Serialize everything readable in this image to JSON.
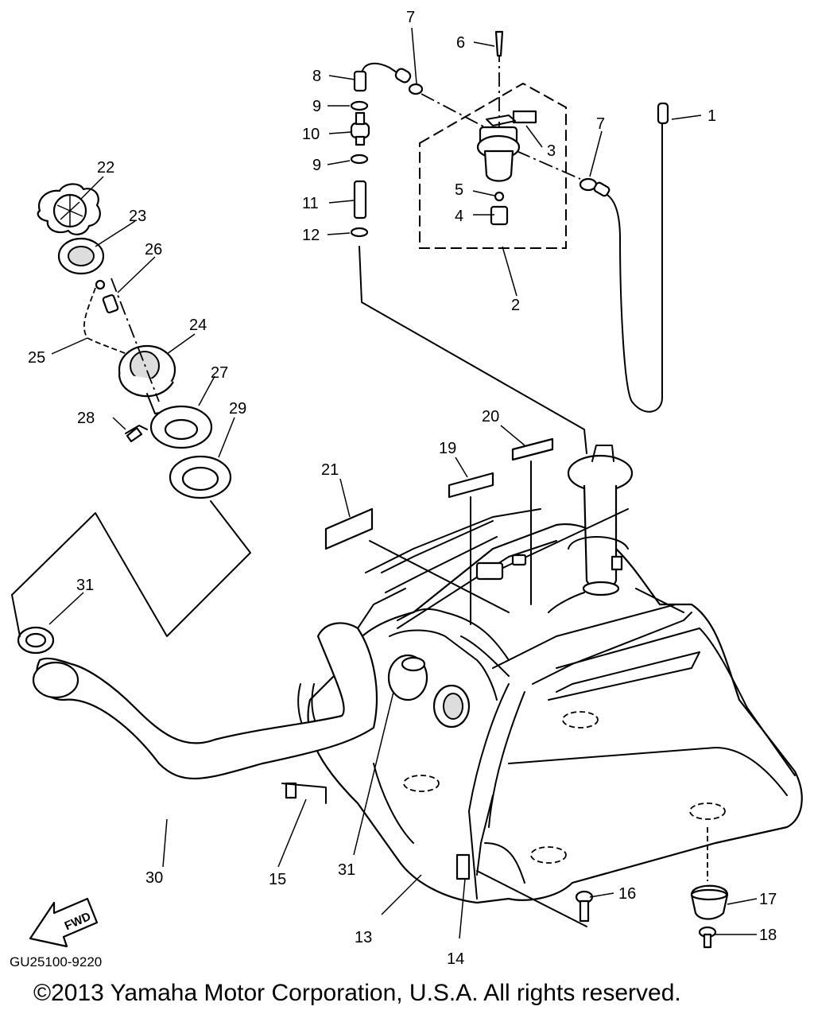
{
  "diagram": {
    "callouts": [
      "1",
      "2",
      "3",
      "4",
      "5",
      "6",
      "7",
      "7",
      "8",
      "9",
      "9",
      "10",
      "11",
      "12",
      "13",
      "14",
      "15",
      "16",
      "17",
      "18",
      "19",
      "20",
      "21",
      "22",
      "23",
      "24",
      "25",
      "26",
      "27",
      "28",
      "29",
      "30",
      "31",
      "31"
    ],
    "direction_label": "FWD",
    "diagram_code": "GU25100-9220",
    "copyright": "©2013 Yamaha Motor Corporation, U.S.A. All rights reserved."
  }
}
